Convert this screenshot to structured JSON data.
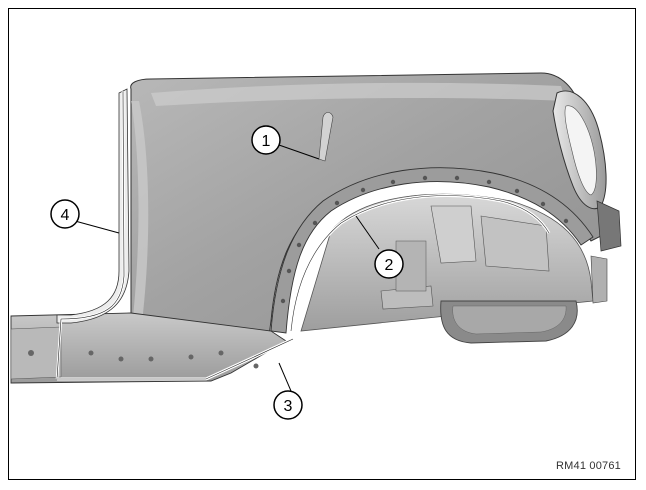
{
  "callouts": [
    {
      "label": "1",
      "name": "callout-1"
    },
    {
      "label": "2",
      "name": "callout-2"
    },
    {
      "label": "3",
      "name": "callout-3"
    },
    {
      "label": "4",
      "name": "callout-4"
    }
  ],
  "reference_code": "RM41 00761"
}
